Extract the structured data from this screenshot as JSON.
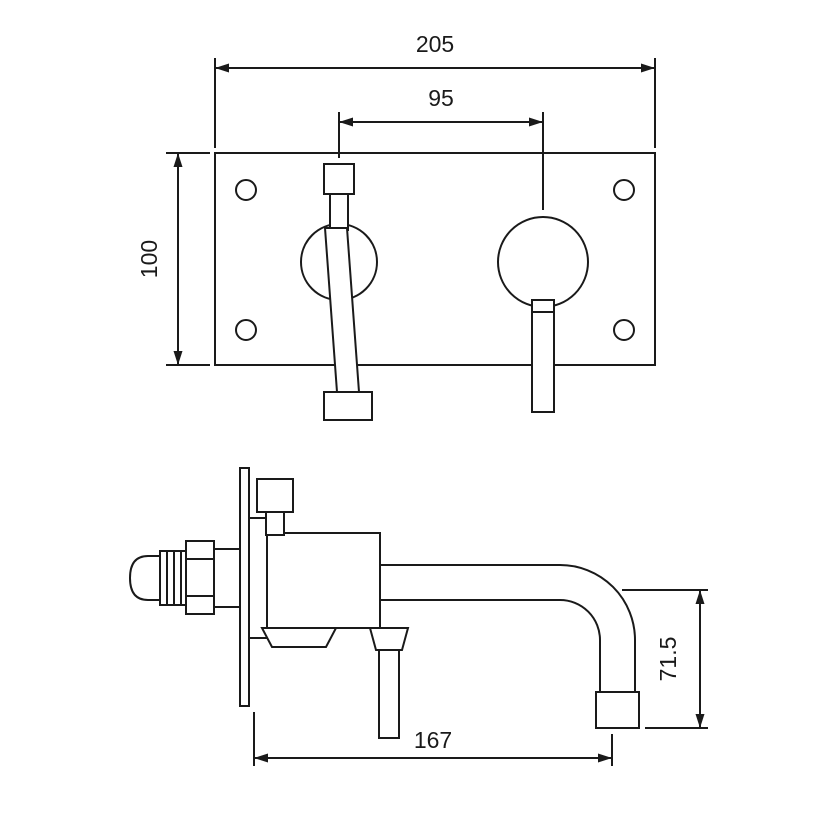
{
  "colors": {
    "line": "#1a1a1a",
    "background": "#ffffff"
  },
  "dimensions": {
    "plate_width": "205",
    "spout_to_handle": "95",
    "plate_height": "100",
    "spout_reach": "167",
    "spout_drop": "71.5"
  }
}
